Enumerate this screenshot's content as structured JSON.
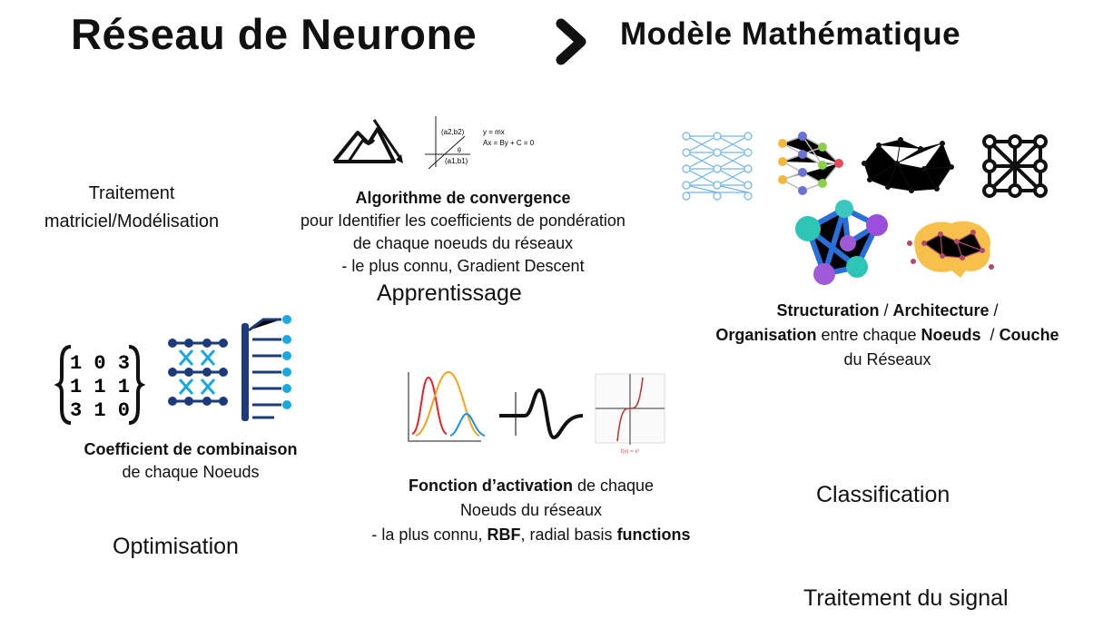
{
  "header": {
    "title_left": "Réseau de Neurone",
    "arrow_icon": "chevron-right-icon",
    "title_right": "Modèle Mathématique"
  },
  "blocks": {
    "traitement": {
      "line1": "Traitement",
      "line2": "matriciel/Modélisation"
    },
    "apprentissage": {
      "heading": "Algorithme de convergence",
      "line1": "pour Identifier les coefficients de pondération",
      "line2": "de chaque noeuds du réseaux",
      "line3": "- le plus connu, Gradient Descent",
      "label": "Apprentissage",
      "formula1": "y = mx",
      "formula2": "Ax = By + C = 0",
      "point1": "(a2,b2)",
      "point2": "(a1,b1)",
      "angle": "θ"
    },
    "structure": {
      "w1": "Structuration",
      "s1": " / ",
      "w2": "Architecture",
      "s2": " /",
      "w3": "Organisation",
      "s3": " entre chaque ",
      "w4": "Noeuds",
      "s4": "  / ",
      "w5": "Couche",
      "line3": "du Réseaux"
    },
    "coefficient": {
      "heading": "Coefficient de combinaison",
      "line2": "de chaque Noeuds",
      "matrix": [
        "1 0 3",
        "1 1 1",
        "3 1 0"
      ],
      "label": "Optimisation"
    },
    "activation": {
      "heading": "Fonction d’activation",
      "rest1": " de chaque",
      "line2": "Noeuds du réseaux",
      "l3a": "- la plus connu, ",
      "l3b": "RBF",
      "l3c": ", radial basis ",
      "l3d": "functions",
      "graph_caption": "f(x) = x³"
    },
    "classification": "Classification",
    "signal": "Traitement du signal"
  },
  "colors": {
    "red": "#e8202a",
    "orange": "#f5a31a",
    "blue": "#1a8fe8",
    "navy": "#1d3a7a",
    "cyan": "#1aa8e0"
  }
}
